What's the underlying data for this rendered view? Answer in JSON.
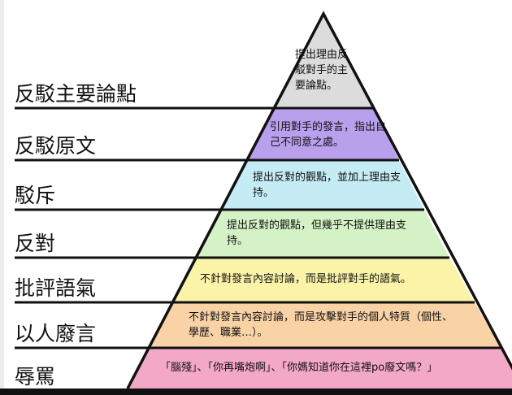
{
  "colors": {
    "tier0": "#dcdcdc",
    "tier1": "#b8a0ec",
    "tier2": "#c5ecf5",
    "tier3": "#d5f2c6",
    "tier4": "#fbf3a8",
    "tier5": "#f9d2a6",
    "tier6": "#f4a8c8",
    "outline": "#111111"
  },
  "levels": [
    {
      "label": "反駁主要論點",
      "description": "提出理由反駁對手的主要論點。"
    },
    {
      "label": "反駁原文",
      "description": "引用對手的發言，指出自己不同意之處。"
    },
    {
      "label": "駁斥",
      "description": "提出反對的觀點，並加上理由支持。"
    },
    {
      "label": "反對",
      "description": "提出反對的觀點，但幾乎不提供理由支持。"
    },
    {
      "label": "批評語氣",
      "description": "不針對發言內容討論，而是批評對手的語氣。"
    },
    {
      "label": "以人廢言",
      "description": "不針對發言內容討論，而是攻擊對手的個人特質（個性、學歷、職業…）。"
    },
    {
      "label": "辱罵",
      "description": "「腦殘」、「你再嘴炮啊」、「你媽知道你在這裡po廢文嗎？」"
    }
  ]
}
